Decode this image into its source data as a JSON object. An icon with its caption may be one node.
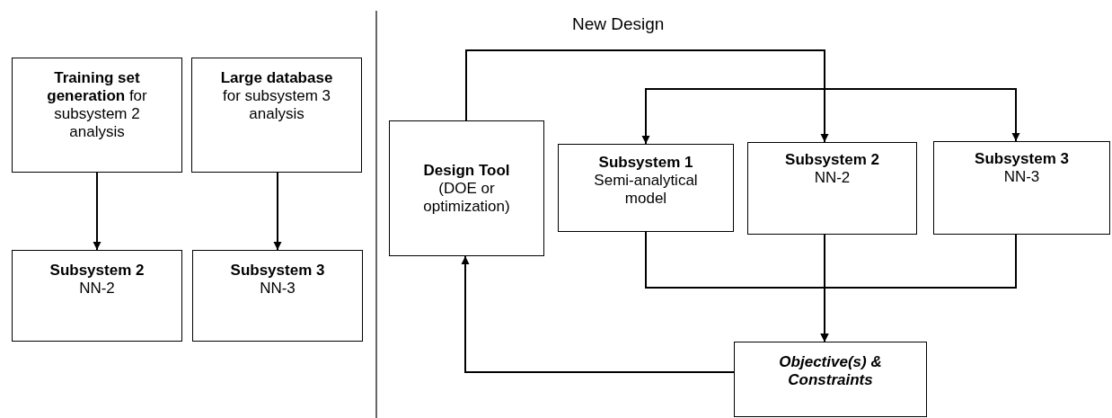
{
  "diagram": {
    "nodes": [
      {
        "text": [
          "**Training set generation** for subsystem 2 analysis"
        ]
      },
      {
        "text": [
          "**Large database** for subsystem 3 analysis"
        ]
      },
      {
        "text": [
          "Subsystem 2",
          "NN-2"
        ]
      },
      {
        "text": [
          "Subsystem 3",
          "NN-3"
        ]
      },
      {
        "text": [
          "Design Tool",
          "(DOE or optimization)"
        ]
      },
      {
        "text": [
          "Subsystem 1",
          "Semi-analytical model"
        ]
      },
      {
        "text": [
          "Subsystem 2",
          "NN-2"
        ]
      },
      {
        "text": [
          "Subsystem 3",
          "NN-3"
        ]
      },
      {
        "text": [
          "Objective(s) & Constraints"
        ]
      }
    ],
    "edges": [
      {
        "from": 0,
        "to": 2,
        "arrow": "to"
      },
      {
        "from": 1,
        "to": 3,
        "arrow": "to"
      },
      {
        "from": 4,
        "to": 5,
        "arrow": "to"
      },
      {
        "from": 4,
        "to": 6,
        "arrow": "to",
        "label": "New Design"
      },
      {
        "from": 4,
        "to": 7,
        "arrow": "to"
      },
      {
        "from": 5,
        "to": 8,
        "arrow": "to"
      },
      {
        "from": 6,
        "to": 8,
        "arrow": "to"
      },
      {
        "from": 7,
        "to": 8,
        "arrow": "to"
      },
      {
        "from": 8,
        "to": 4,
        "arrow": "to"
      }
    ]
  }
}
